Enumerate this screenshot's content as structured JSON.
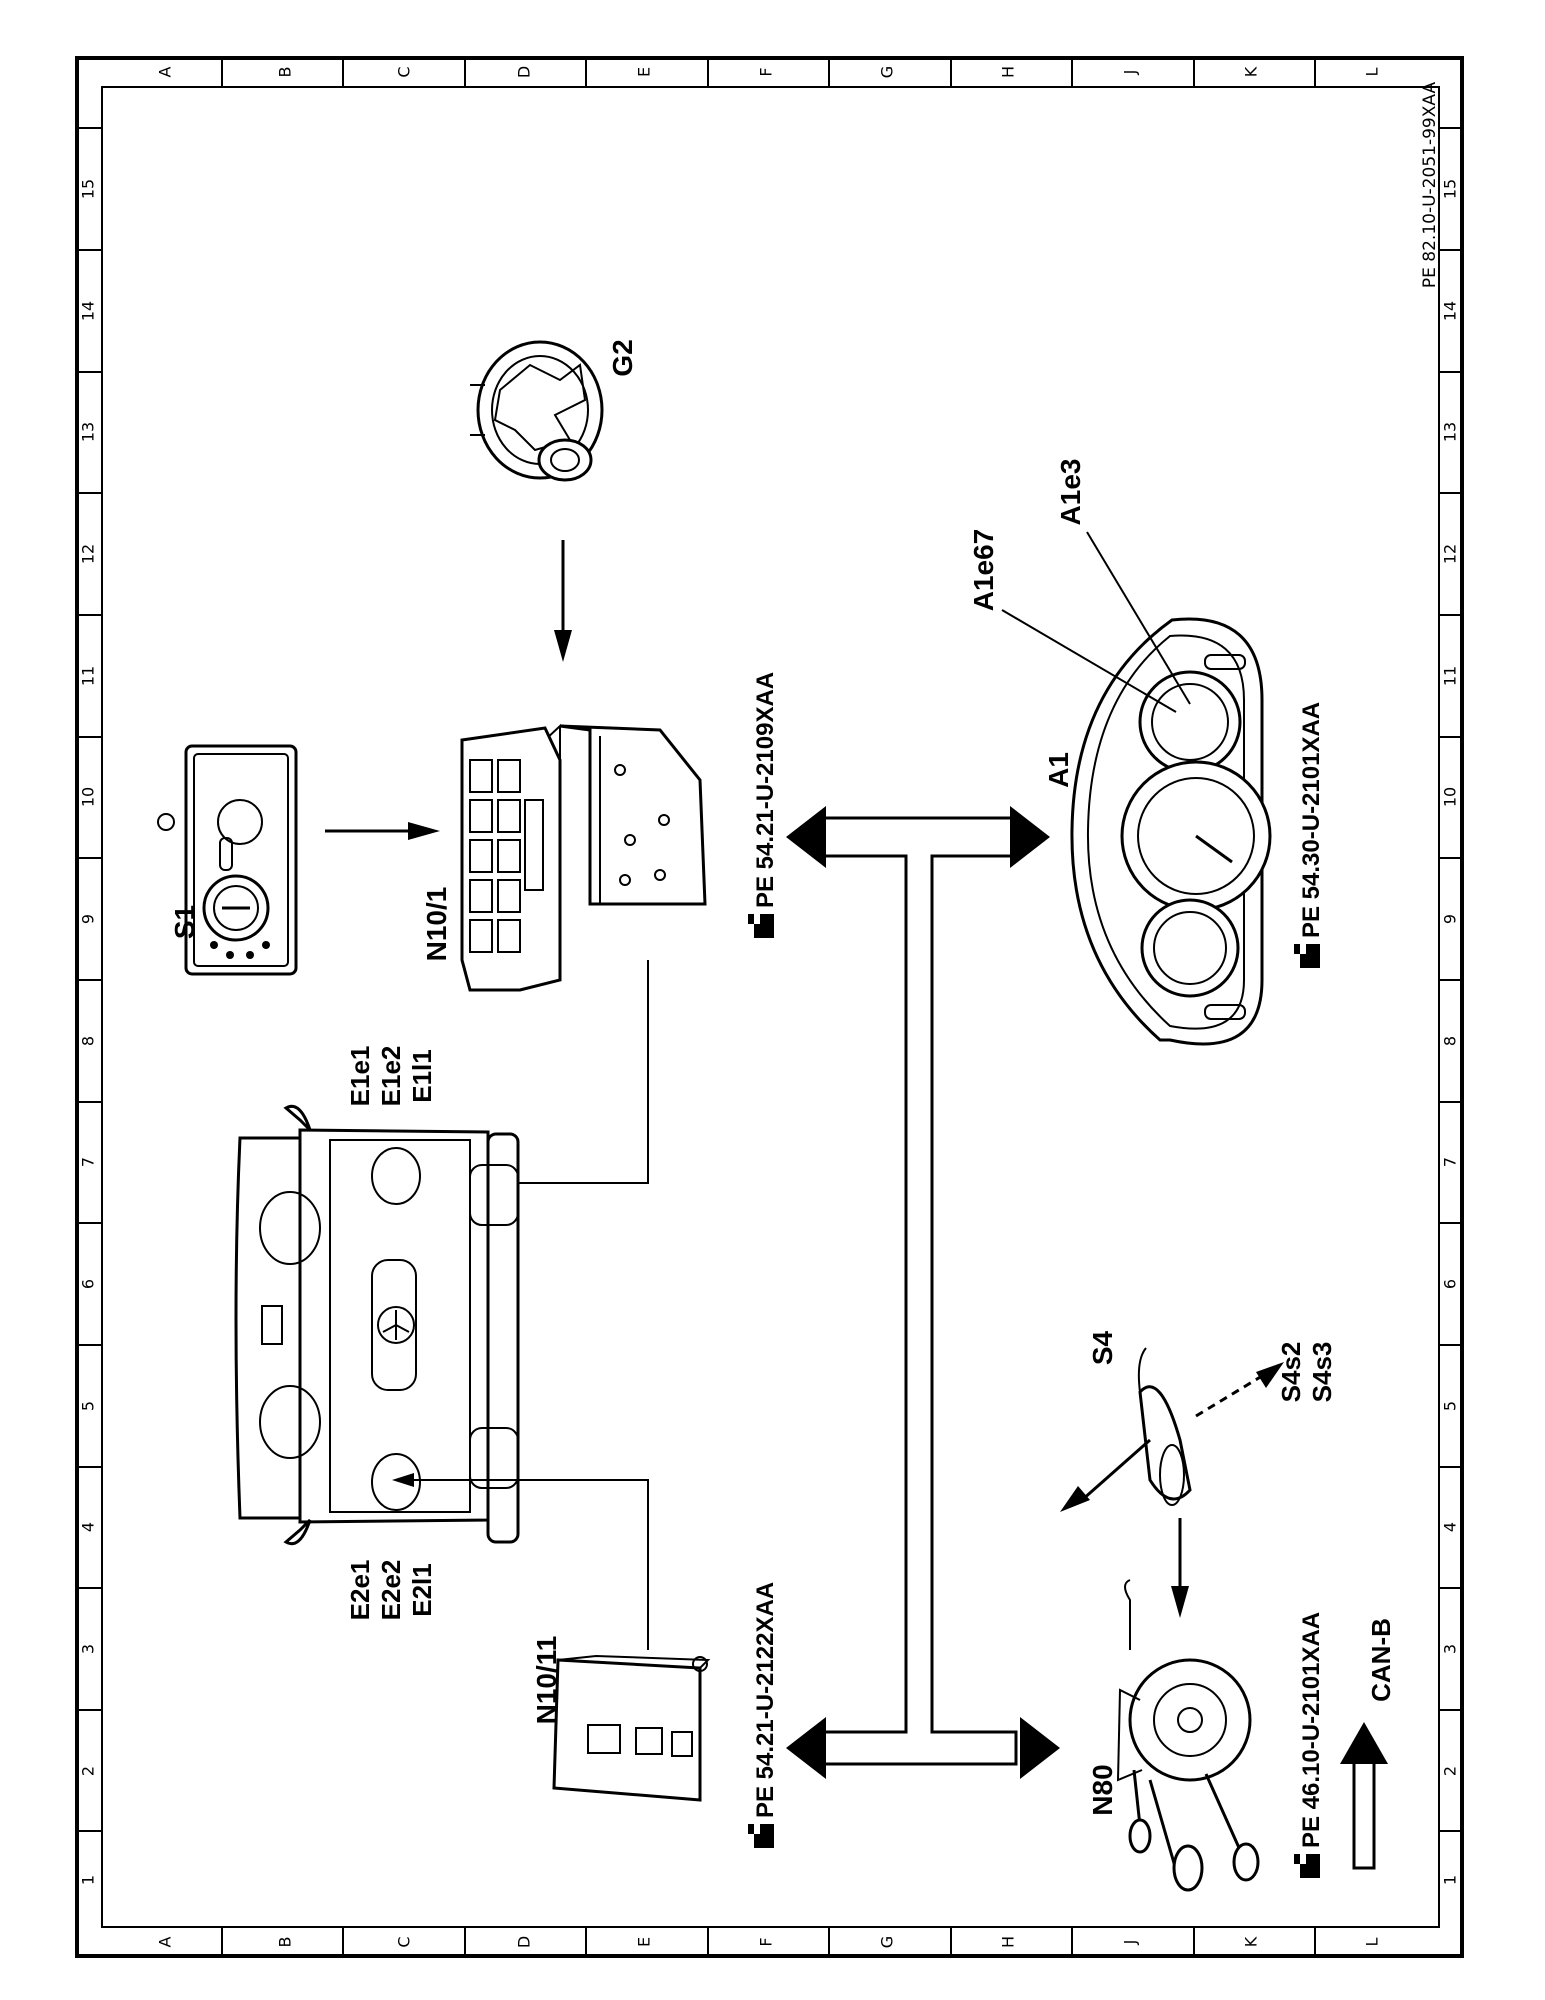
{
  "doc_code": "PE 82.10-U-2051-99XAA",
  "grid_letters": [
    "A",
    "B",
    "C",
    "D",
    "E",
    "F",
    "G",
    "H",
    "J",
    "K",
    "L"
  ],
  "grid_numbers": [
    "15",
    "14",
    "13",
    "12",
    "11",
    "10",
    "9",
    "8",
    "7",
    "6",
    "5",
    "4",
    "3",
    "2",
    "1"
  ],
  "components": {
    "g2": "G2",
    "s1": "S1",
    "n10_1": "N10/1",
    "a1": "A1",
    "a1e67": "A1e67",
    "a1e3": "A1e3",
    "e1": [
      "E1e1",
      "E1e2",
      "E1l1"
    ],
    "e2": [
      "E2e1",
      "E2e2",
      "E2l1"
    ],
    "n10_11": "N10/11",
    "s4": "S4",
    "s4_switches": [
      "S4s2",
      "S4s3"
    ],
    "n80": "N80"
  },
  "references": {
    "n10_1": "PE 54.21-U-2109XAA",
    "a1": "PE 54.30-U-2101XAA",
    "n10_11": "PE 54.21-U-2122XAA",
    "n80": "PE 46.10-U-2101XAA"
  },
  "legend": {
    "can_b": "CAN-B"
  }
}
